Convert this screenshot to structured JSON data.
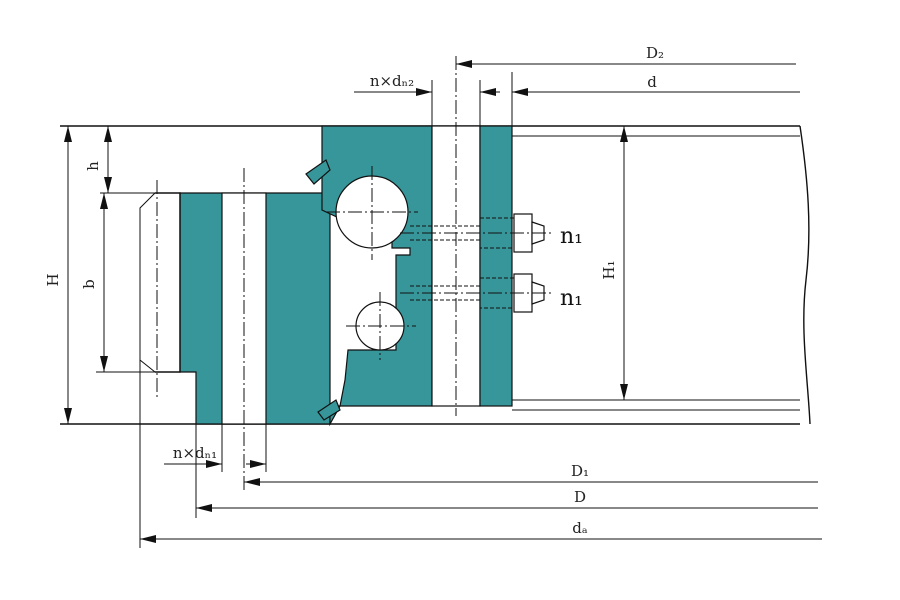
{
  "diagram": {
    "colors": {
      "ring": "#37969a",
      "line": "#111111",
      "background": "#ffffff"
    },
    "labels": {
      "H": "H",
      "h": "h",
      "b": "b",
      "H1": "H₁",
      "D2": "D₂",
      "d": "d",
      "n_dn2": "n×dₙ₂",
      "n_dn1": "n×dₙ₁",
      "n1_upper": "n₁",
      "n1_lower": "n₁",
      "D1": "D₁",
      "D": "D",
      "da": "dₐ"
    }
  }
}
